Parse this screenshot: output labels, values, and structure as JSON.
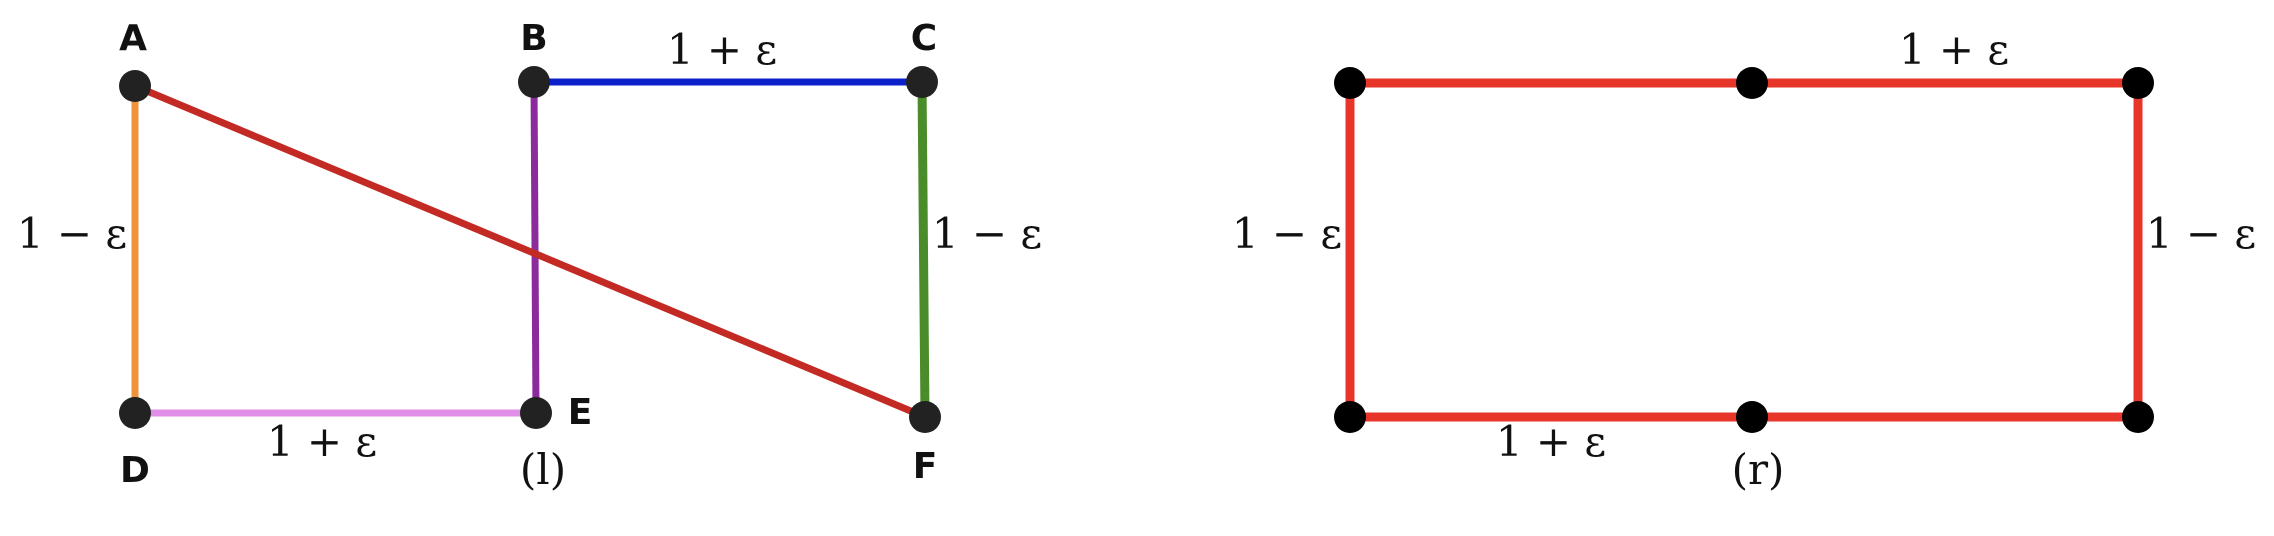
{
  "left": {
    "caption": "(l)",
    "nodes": {
      "A": "A",
      "B": "B",
      "C": "C",
      "D": "D",
      "E": "E",
      "F": "F"
    },
    "edge_labels": {
      "bc": "1 + ε",
      "ad": "1 − ε",
      "cf": "1 − ε",
      "de": "1 + ε"
    }
  },
  "right": {
    "caption": "(r)",
    "edge_labels": {
      "top": "1 + ε",
      "left": "1 − ε",
      "right": "1 − ε",
      "bottom": "1 + ε"
    }
  },
  "colors": {
    "ad": "#f0923a",
    "be": "#8c2c9c",
    "bc": "#0b20c8",
    "cf": "#4a8c2a",
    "de": "#e08ee8",
    "af": "#c42a24",
    "cycle": "#e8352a",
    "node": "#222222"
  }
}
